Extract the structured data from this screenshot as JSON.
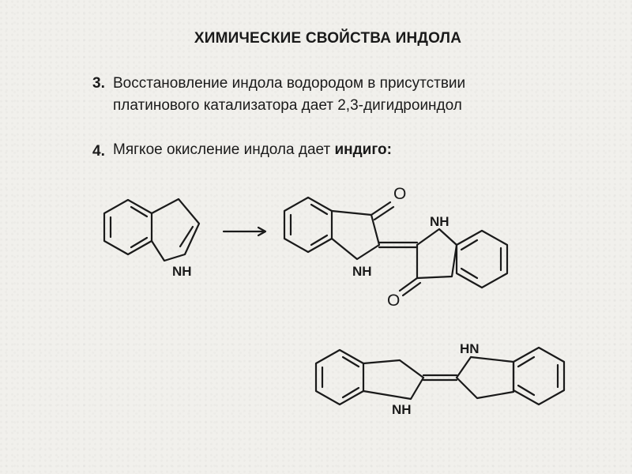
{
  "title": "ХИМИЧЕСКИЕ СВОЙСТВА ИНДОЛА",
  "items": [
    {
      "number": "3.",
      "line1": "Восстановление индола водородом в присутствии",
      "line2": "платинового катализатора дает 2,3-дигидроиндол"
    },
    {
      "number": "4.",
      "text": "Мягкое окисление индола дает ",
      "bold": "индиго:"
    }
  ],
  "structures": {
    "indole_nh": "NH",
    "indigo_nh_left": "NH",
    "indigo_nh_right": "NH",
    "indigo_o_top": "O",
    "indigo_o_bottom": "O",
    "leuco_hn": "HN",
    "leuco_nh": "NH"
  }
}
